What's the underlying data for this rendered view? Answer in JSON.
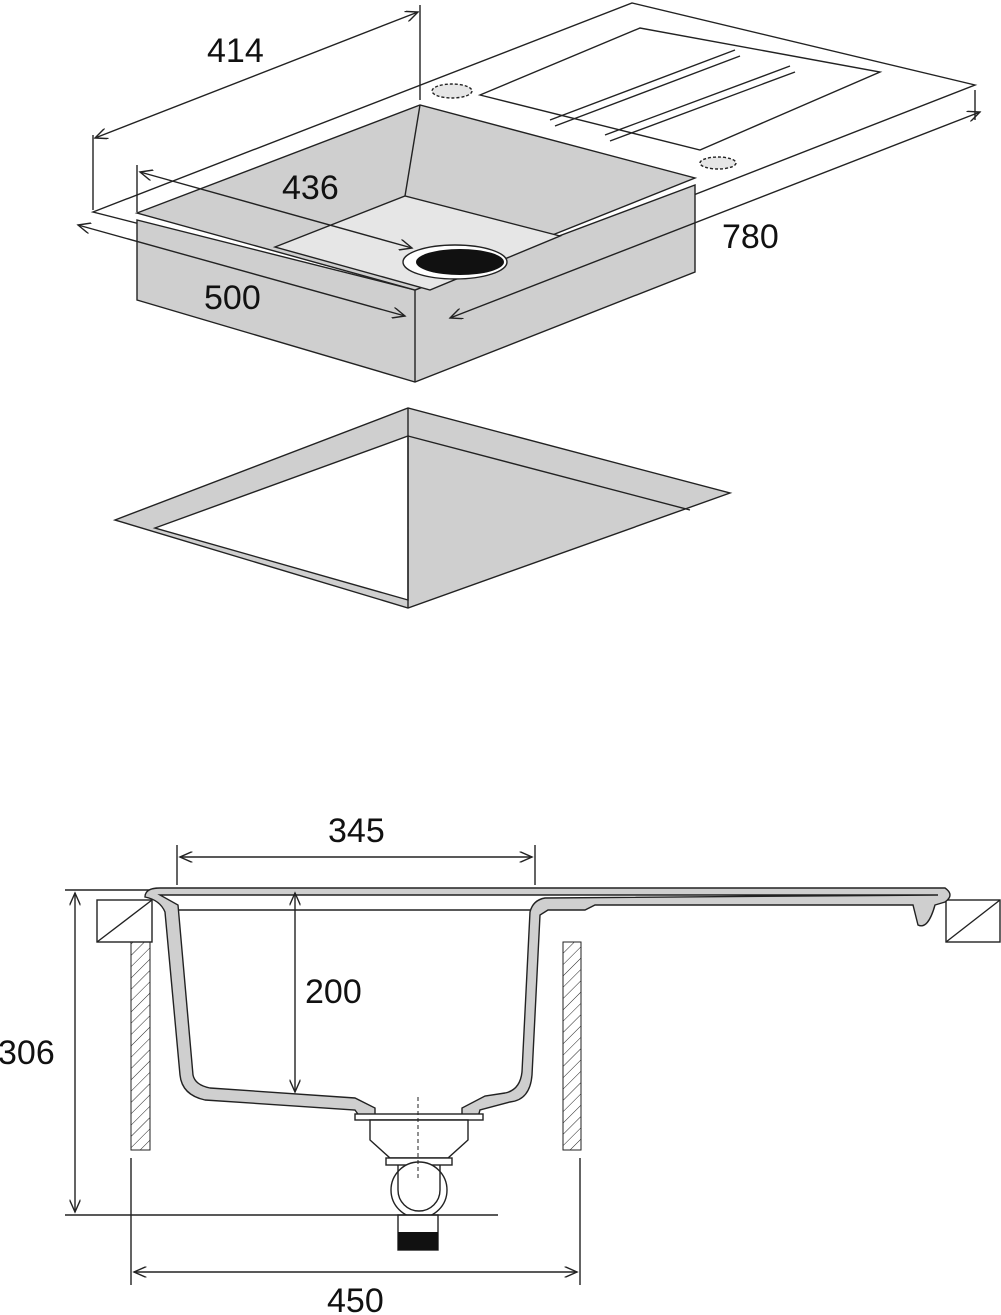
{
  "title": "Sink dimension drawing",
  "dimensions": {
    "top_width_bowl_outer": "414",
    "bowl_inner": "436",
    "depth_front": "500",
    "total_length": "780",
    "bowl_width_section": "345",
    "bowl_depth": "200",
    "total_height": "306",
    "cabinet_width": "450"
  },
  "colors": {
    "fill": "#cfcfcf",
    "line": "#222222"
  }
}
